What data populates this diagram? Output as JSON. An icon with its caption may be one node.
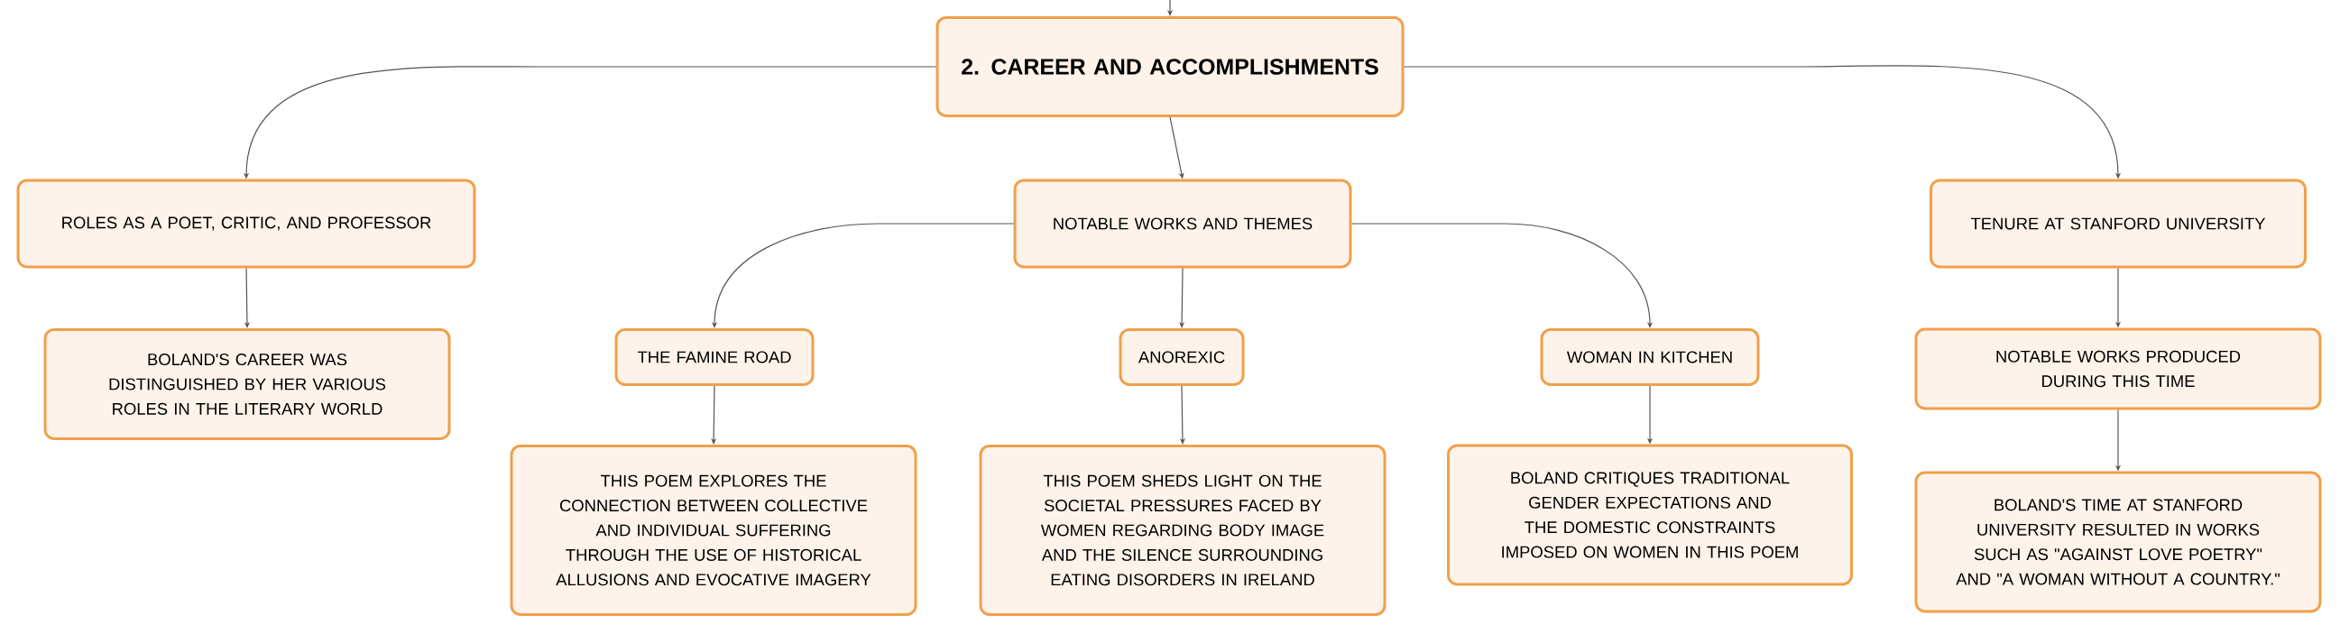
{
  "diagram": {
    "nodes": [
      {
        "text": [
          "2. CAREER AND ACCOMPLISHMENTS"
        ]
      },
      {
        "text": [
          "ROLES AS A POET, CRITIC, AND PROFESSOR"
        ]
      },
      {
        "text": [
          "NOTABLE WORKS AND THEMES"
        ]
      },
      {
        "text": [
          "TENURE AT STANFORD UNIVERSITY"
        ]
      },
      {
        "text": [
          "BOLAND'S CAREER WAS DISTINGUISHED BY HER VARIOUS ROLES IN THE LITERARY WORLD"
        ]
      },
      {
        "text": [
          "THE FAMINE ROAD"
        ]
      },
      {
        "text": [
          "ANOREXIC"
        ]
      },
      {
        "text": [
          "WOMAN IN KITCHEN"
        ]
      },
      {
        "text": [
          "NOTABLE WORKS PRODUCED DURING THIS TIME"
        ]
      },
      {
        "text": [
          "THIS POEM EXPLORES THE CONNECTION BETWEEN COLLECTIVE AND INDIVIDUAL SUFFERING THROUGH THE USE OF HISTORICAL ALLUSIONS AND EVOCATIVE IMAGERY"
        ]
      },
      {
        "text": [
          "THIS POEM SHEDS LIGHT ON THE SOCIETAL PRESSURES FACED BY WOMEN REGARDING BODY IMAGE AND THE SILENCE SURROUNDING EATING DISORDERS IN IRELAND"
        ]
      },
      {
        "text": [
          "BOLAND CRITIQUES TRADITIONAL GENDER EXPECTATIONS AND THE DOMESTIC CONSTRAINTS IMPOSED ON WOMEN IN THIS POEM"
        ]
      },
      {
        "text": [
          "BOLAND'S TIME AT STANFORD UNIVERSITY RESULTED IN WORKS SUCH AS \"AGAINST LOVE POETRY\" AND \"A WOMAN WITHOUT A COUNTRY.\""
        ]
      }
    ],
    "edges": [
      {
        "from": null,
        "to": 0,
        "arrow": "to"
      },
      {
        "from": 0,
        "to": 1,
        "arrow": "to"
      },
      {
        "from": 0,
        "to": 2,
        "arrow": "to"
      },
      {
        "from": 0,
        "to": 3,
        "arrow": "to"
      },
      {
        "from": 1,
        "to": 4,
        "arrow": "to"
      },
      {
        "from": 2,
        "to": 5,
        "arrow": "to"
      },
      {
        "from": 2,
        "to": 6,
        "arrow": "to"
      },
      {
        "from": 2,
        "to": 7,
        "arrow": "to"
      },
      {
        "from": 3,
        "to": 8,
        "arrow": "to"
      },
      {
        "from": 5,
        "to": 9,
        "arrow": "to"
      },
      {
        "from": 6,
        "to": 10,
        "arrow": "to"
      },
      {
        "from": 7,
        "to": 11,
        "arrow": "to"
      },
      {
        "from": 8,
        "to": 12,
        "arrow": "to"
      }
    ]
  }
}
